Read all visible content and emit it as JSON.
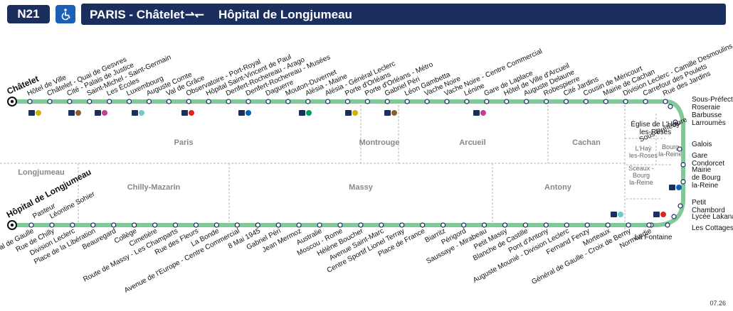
{
  "header": {
    "line": "N21",
    "accessibility_icon": "wheelchair-icon",
    "from": "PARIS - Châtelet",
    "arrows": "⇀↽",
    "to": "Hôpital de Longjumeau"
  },
  "colors": {
    "line": "#82c99a",
    "navy": "#1a2f5e",
    "blue": "#1b5fb7",
    "zone_border": "#b4b4b4",
    "zone_text": "#888888"
  },
  "terminus_top": "Châtelet",
  "terminus_bottom": "Hôpital de Longjumeau",
  "top_stops": [
    "Hôtel de Ville",
    "Châtelet - Quai de Gesvres",
    "Cité - Palais de Justice",
    "Saint-Michel - Saint-Germain",
    "Les Écoles",
    "Luxembourg",
    "Auguste Comte",
    "Val de Grâce",
    "Observatoire - Port-Royal",
    "Hôpital Saint-Vincent de Paul",
    "Denfert-Rochereau - Arago",
    "Denfert-Rochereau - Musées",
    "Daguerre",
    "Mouton-Duvernet",
    "Alésia - Maine",
    "Alésia - Général Leclerc",
    "Porte d'Orléans",
    "Porte d'Orléans - Métro",
    "Gabriel Péri",
    "Léon Gambetta",
    "Vache Noire",
    "Vache Noire - Centre Commercial",
    "Lénine",
    "Gare de Laplace",
    "Hôtel de Ville d'Arcueil",
    "Auguste Delaune",
    "Robespierre",
    "Cité Jardins",
    "Cousin de Méricourt",
    "Mairie de Cachan",
    "Division Leclerc - Camille Desmoulins",
    "Carrefour des Poulets",
    "Rue des Jardins"
  ],
  "right_stops": [
    "Sous-Préfecture Roseraie",
    "Barbusse Larroumès",
    "Galois",
    "Gare Condorcet",
    "Mairie de Bourg la-Reine",
    "Petit Chambord",
    "Lycée Lakanal",
    "Les Cottages",
    "La Fontaine"
  ],
  "inner_right_stop": "Sous-Préfecture Église de L'Haÿ les-Roses",
  "bottom_stops_upper": [
    "Pasteur",
    "Léontine Sohier"
  ],
  "bottom_stops": [
    "Général de Gaulle",
    "Rue de Chilly",
    "Division Leclerc",
    "Place de la Libération",
    "Beauregard",
    "Collège",
    "Cimetière",
    "Route de Massy - Les Champarts",
    "Rue des Fleurs",
    "La Bonde",
    "Avenue de l'Europe - Centre Commercial",
    "8 Mai 1945",
    "Gabriel Péri",
    "Jean Mermoz",
    "Australie",
    "Moscou - Rome",
    "Hélène Boucher",
    "Avenue Saint-Marc",
    "Centre Sportif Lionel Terray",
    "Place de France",
    "Biarritz",
    "Périgord",
    "Saussaye - Mirabeau",
    "Petit Massy",
    "Blanche de Castille",
    "Pont d'Antony",
    "Auguste Mounié - Division Leclerc",
    "Fernand Fenzy",
    "Morteaux",
    "Général de Gaulle - Croix de Berny",
    "Normandie"
  ],
  "zones_top": [
    "Paris",
    "Montrouge",
    "Arcueil",
    "Cachan"
  ],
  "zones_bottom": [
    "Longjumeau",
    "Chilly-Mazarin",
    "Massy",
    "Antony"
  ],
  "zones_small": [
    "L'Haÿ les-Roses",
    "Bourg la-Reine",
    "Sceaux - Bourg la-Reine"
  ],
  "doc_code": "07.26"
}
